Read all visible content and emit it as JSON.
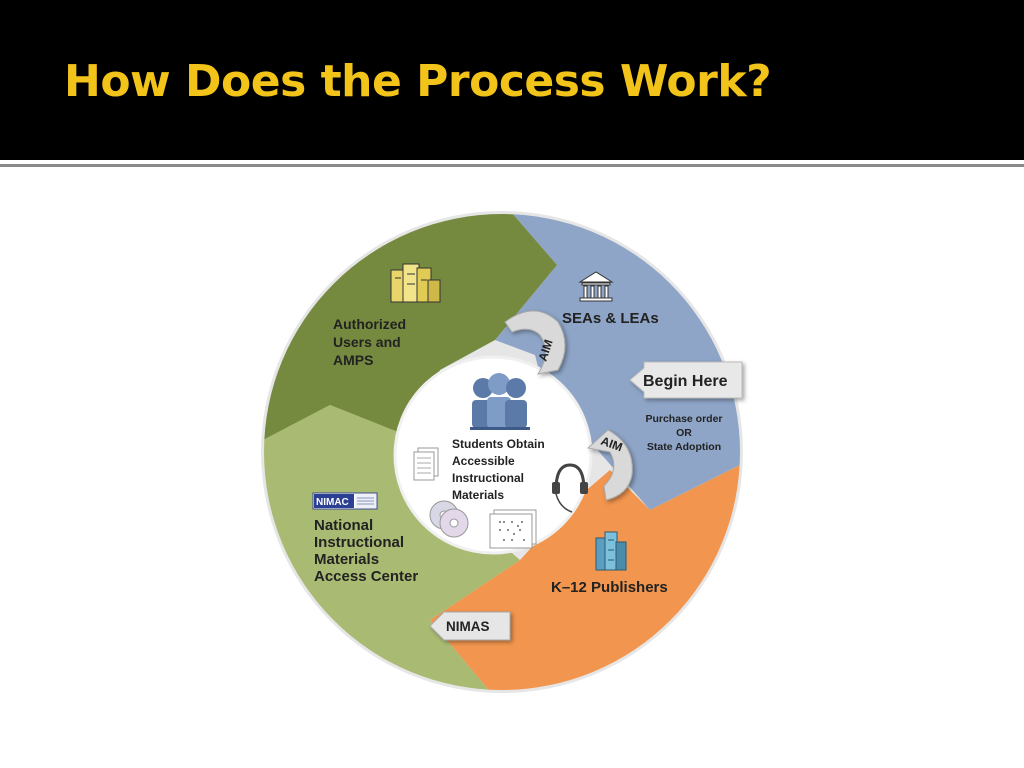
{
  "title": "How Does the Process Work?",
  "colors": {
    "title": "#f2c318",
    "authorized_segment": "#758a3f",
    "nimac_segment": "#a9bb73",
    "publishers_segment": "#f2954e",
    "seas_segment": "#8ea5c7"
  },
  "diagram": {
    "center": {
      "lines": [
        "Students Obtain",
        "Accessible",
        "Instructional",
        "Materials"
      ],
      "icons": [
        "students-group-icon",
        "documents-icon",
        "headphones-icon",
        "discs-icon",
        "braille-icon"
      ]
    },
    "segments": {
      "authorized": {
        "lines": [
          "Authorized",
          "Users and",
          "AMPS"
        ],
        "icon": "buildings-icon"
      },
      "seas": {
        "label": "SEAs & LEAs",
        "icon": "government-building-icon"
      },
      "publishers": {
        "label": "K–12 Publishers",
        "icon": "office-towers-icon"
      },
      "nimac": {
        "lines": [
          "National",
          "Instructional",
          "Materials",
          "Access Center"
        ],
        "logo_text": "NIMAC",
        "icon": "nimac-logo"
      }
    },
    "callout": {
      "label": "Begin Here",
      "note_lines": [
        "Purchase order",
        "OR",
        "State Adoption"
      ]
    },
    "arrows": {
      "aim_top": "AIM",
      "aim_right": "AIM",
      "nimas": "NIMAS"
    }
  }
}
